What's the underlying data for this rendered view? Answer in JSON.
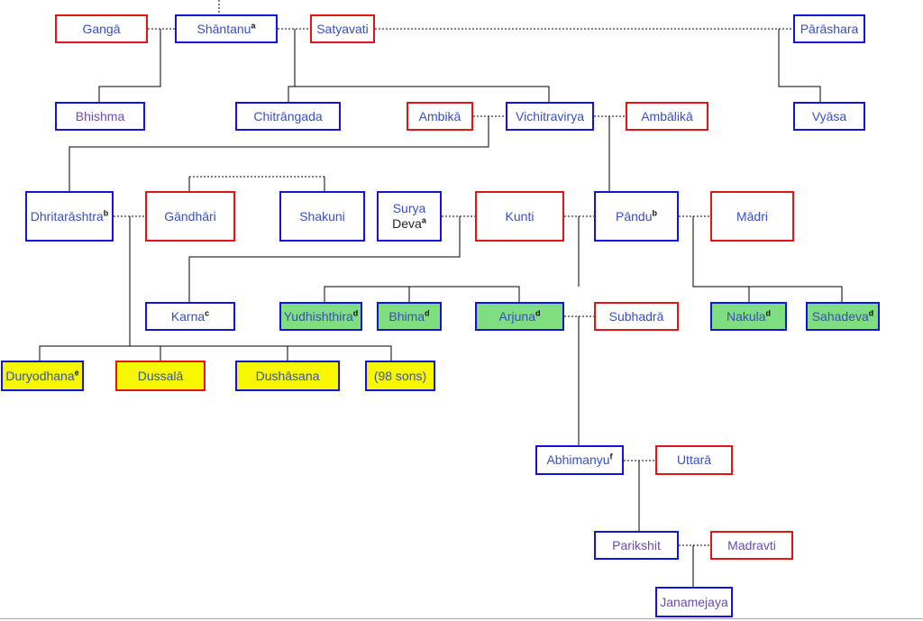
{
  "people": {
    "ganga": "Gangā",
    "shantanu": "Shāntanu",
    "satyavati": "Satyavati",
    "parashara": "Pārāshara",
    "bhishma": "Bhishma",
    "chitrangada": "Chitrāngada",
    "ambika": "Ambikā",
    "vichitravirya": "Vichitravirya",
    "ambalika": "Ambālikā",
    "vyasa": "Vyāsa",
    "dhritarashtra": "Dhritarāshtra",
    "gandhari": "Gāndhāri",
    "shakuni": "Shakuni",
    "surya_line1": "Surya",
    "surya_line2": "Deva",
    "kunti": "Kunti",
    "pandu": "Pāndu",
    "madri": "Mādri",
    "karna": "Karna",
    "yudhishthira": "Yudhishthira",
    "bhima": "Bhima",
    "arjuna": "Arjuna",
    "subhadra": "Subhadrā",
    "nakula": "Nakula",
    "sahadeva": "Sahadeva",
    "duryodhana": "Duryodhana",
    "dussala": "Dussalā",
    "dushasana": "Dushāsana",
    "sons98": "(98 sons)",
    "abhimanyu": "Abhimanyu",
    "uttara": "Uttarā",
    "parikshit": "Parikshit",
    "madravti": "Madravti",
    "janamejaya": "Janamejaya"
  },
  "notes": {
    "shantanu": "a",
    "surya": "a",
    "dhritarashtra": "b",
    "pandu": "b",
    "karna": "c",
    "yudhishthira": "d",
    "bhima": "d",
    "arjuna": "d",
    "nakula": "d",
    "sahadeva": "d",
    "duryodhana": "e",
    "abhimanyu": "f"
  },
  "colors": {
    "male_border": "#1414d8",
    "female_border": "#e41414",
    "pandava_fill": "#7fde7f",
    "kaurava_fill": "#f7f700",
    "line": "#000000"
  }
}
